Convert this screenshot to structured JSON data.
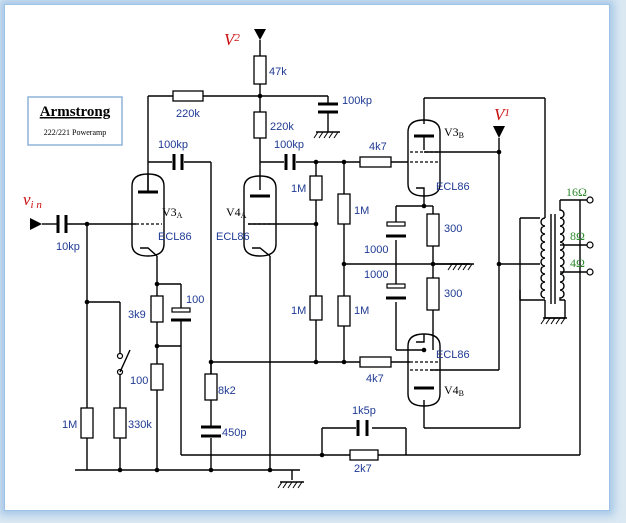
{
  "title_box": {
    "title": "Armstrong",
    "subtitle": "222/221 Poweramp"
  },
  "supplies": {
    "v2_main": "V",
    "v2_sub": "2",
    "v1_main": "V",
    "v1_sub": "1",
    "vin_main": "v",
    "vin_sub": "i n"
  },
  "tubes": {
    "v3a": {
      "main": "V3",
      "sub": "A",
      "type": "ECL86"
    },
    "v4a": {
      "main": "V4",
      "sub": "A",
      "type": "ECL86"
    },
    "v3b": {
      "main": "V3",
      "sub": "B",
      "type": "ECL86"
    },
    "v4b": {
      "main": "V4",
      "sub": "B",
      "type": "ECL86"
    }
  },
  "components": {
    "r_47k": "47k",
    "r_220k_top": "220k",
    "r_220k_mid": "220k",
    "c_100kp_dec": "100kp",
    "c_100kp_v3a": "100kp",
    "c_100kp_v4a": "100kp",
    "r_4k7_top": "4k7",
    "r_4k7_bot": "4k7",
    "c_10kp": "10kp",
    "r_1m_a": "1M",
    "r_1m_b": "1M",
    "r_1m_c": "1M",
    "r_1m_d": "1M",
    "r_1m_in": "1M",
    "c_1000_a": "1000",
    "c_1000_b": "1000",
    "r_300_a": "300",
    "r_300_b": "300",
    "r_3k9": "3k9",
    "c_100": "100",
    "r_100": "100",
    "r_330k": "330k",
    "r_8k2": "8k2",
    "c_450p": "450p",
    "c_1k5p": "1k5p",
    "r_2k7": "2k7"
  },
  "outputs": {
    "o16": "16Ω",
    "o8": "8Ω",
    "o4": "4Ω"
  }
}
